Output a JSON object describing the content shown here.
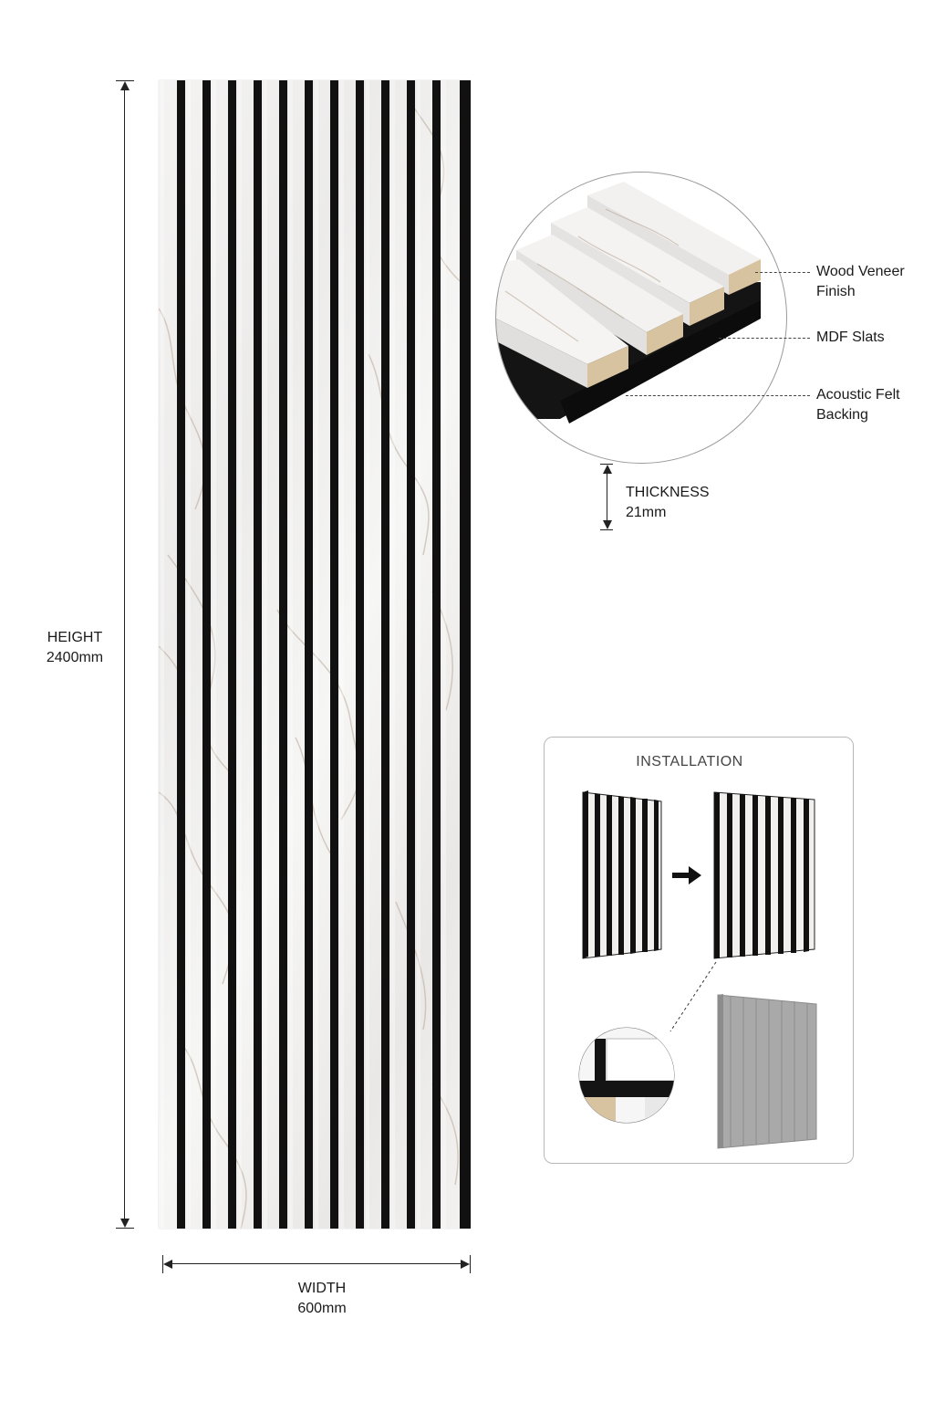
{
  "dimensions": {
    "height_label": "HEIGHT",
    "height_value": "2400mm",
    "width_label": "WIDTH",
    "width_value": "600mm",
    "thickness_label": "THICKNESS",
    "thickness_value": "21mm"
  },
  "layers": [
    {
      "label_line1": "Wood Veneer",
      "label_line2": "Finish"
    },
    {
      "label_line1": "MDF Slats",
      "label_line2": ""
    },
    {
      "label_line1": "Acoustic Felt",
      "label_line2": "Backing"
    }
  ],
  "installation": {
    "title": "INSTALLATION"
  },
  "colors": {
    "slat": "#f1f0ef",
    "gap": "#111111",
    "marble_vein": "#b9a896",
    "felt": "#141414",
    "mdf": "#d8c3a0",
    "wall": "#a9a9a9"
  },
  "icons": {
    "arrow": "arrow-right-icon"
  }
}
